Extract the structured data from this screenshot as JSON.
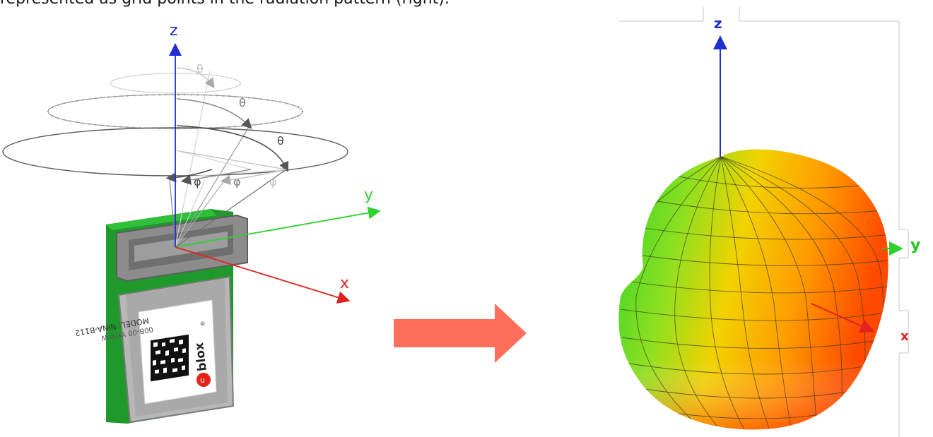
{
  "caption": "represented as grid points in the radiation pattern (right).",
  "left_diagram": {
    "axes": {
      "z": "z",
      "y": "y",
      "x": "x"
    },
    "angle_labels": {
      "theta": "θ",
      "phi": "φ"
    },
    "module": {
      "model_text": "MODEL: NINA-B112",
      "code_text": "00B-00 YY/WW",
      "brand_text": "blox",
      "registered_mark": "®"
    },
    "colors": {
      "z_axis": "#1f2fd0",
      "y_axis": "#2ed12e",
      "x_axis": "#e12020",
      "pcb": "#1f9a2a"
    }
  },
  "arrow": {
    "color": "#ff6f5a"
  },
  "right_diagram": {
    "axes": {
      "z": "z",
      "y": "y",
      "x": "x"
    },
    "colors": {
      "z_axis": "#1f2fd0",
      "y_axis": "#22c522",
      "x_axis": "#e12020",
      "pattern_low": "#2bd32b",
      "pattern_mid": "#f2d200",
      "pattern_high": "#ff3b00"
    }
  }
}
